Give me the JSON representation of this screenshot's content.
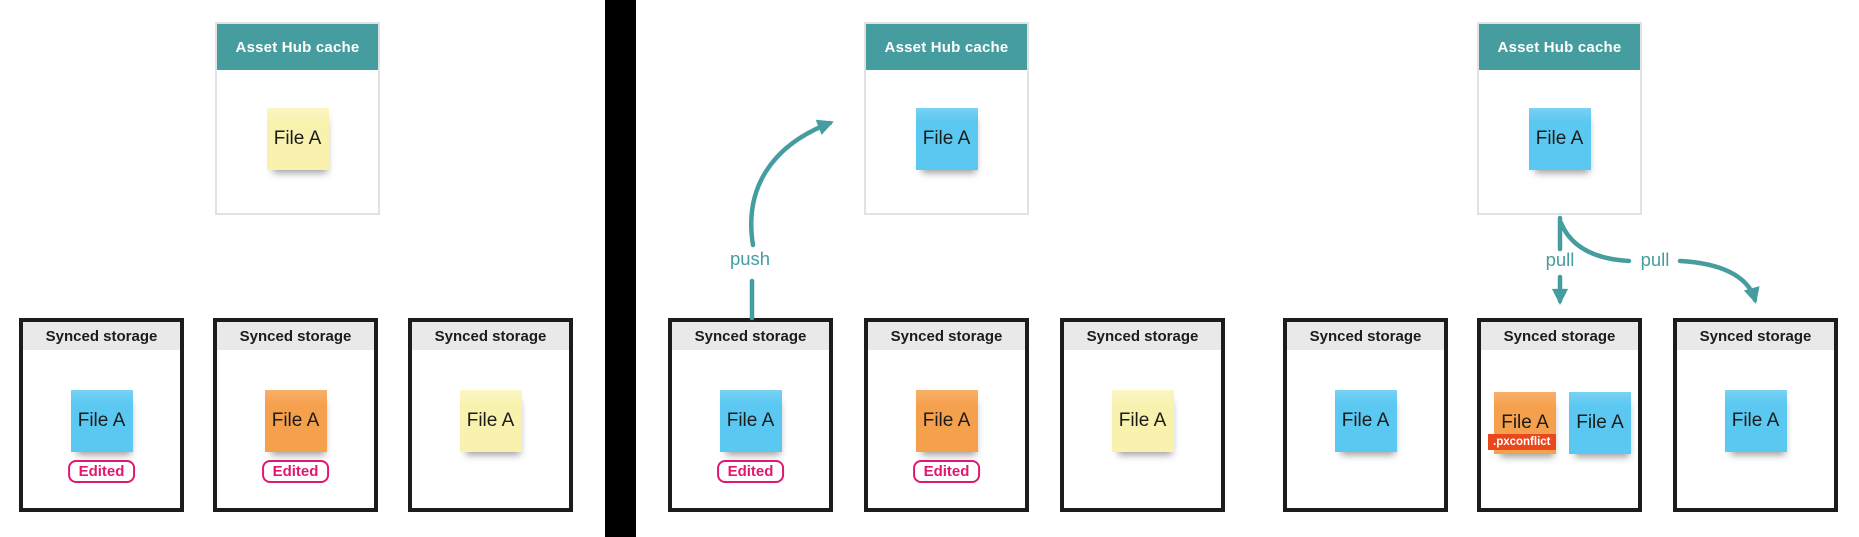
{
  "colors": {
    "teal": "#469da0",
    "ink": "#1c1c1c",
    "header_gray": "#e9e9e9",
    "cache_border": "#e2e2e2",
    "note_blue": "#5bc8f1",
    "note_yellow": "#f8f2ae",
    "note_orange": "#f5a04d",
    "pink": "#e0186f",
    "conflict_red": "#e8481d",
    "divider_black": "#000000"
  },
  "panels": [
    {
      "name": "left-panel-edited-locally",
      "cache": {
        "title": "Asset Hub cache",
        "note": {
          "label": "File A",
          "color": "yellow"
        }
      },
      "storages": [
        {
          "title": "Synced storage",
          "note": {
            "label": "File A",
            "color": "blue"
          },
          "badge": "Edited"
        },
        {
          "title": "Synced storage",
          "note": {
            "label": "File A",
            "color": "orange"
          },
          "badge": "Edited"
        },
        {
          "title": "Synced storage",
          "note": {
            "label": "File A",
            "color": "yellow"
          }
        }
      ]
    },
    {
      "name": "middle-panel-push",
      "arrows": [
        {
          "label": "push",
          "from": "storage-1",
          "to": "cache"
        }
      ],
      "cache": {
        "title": "Asset Hub cache",
        "note": {
          "label": "File A",
          "color": "blue"
        }
      },
      "storages": [
        {
          "title": "Synced storage",
          "note": {
            "label": "File A",
            "color": "blue"
          },
          "badge": "Edited"
        },
        {
          "title": "Synced storage",
          "note": {
            "label": "File A",
            "color": "orange"
          },
          "badge": "Edited"
        },
        {
          "title": "Synced storage",
          "note": {
            "label": "File A",
            "color": "yellow"
          }
        }
      ]
    },
    {
      "name": "right-panel-pull",
      "arrows": [
        {
          "label": "pull",
          "from": "cache",
          "to": "storage-2"
        },
        {
          "label": "pull",
          "from": "cache",
          "to": "storage-3"
        }
      ],
      "cache": {
        "title": "Asset Hub cache",
        "note": {
          "label": "File A",
          "color": "blue"
        }
      },
      "storages": [
        {
          "title": "Synced storage",
          "note": {
            "label": "File A",
            "color": "blue"
          }
        },
        {
          "title": "Synced storage",
          "notes": [
            {
              "label": "File A",
              "color": "orange",
              "tag": ".pxconflict"
            },
            {
              "label": "File A",
              "color": "blue"
            }
          ]
        },
        {
          "title": "Synced storage",
          "note": {
            "label": "File A",
            "color": "blue"
          }
        }
      ]
    }
  ]
}
